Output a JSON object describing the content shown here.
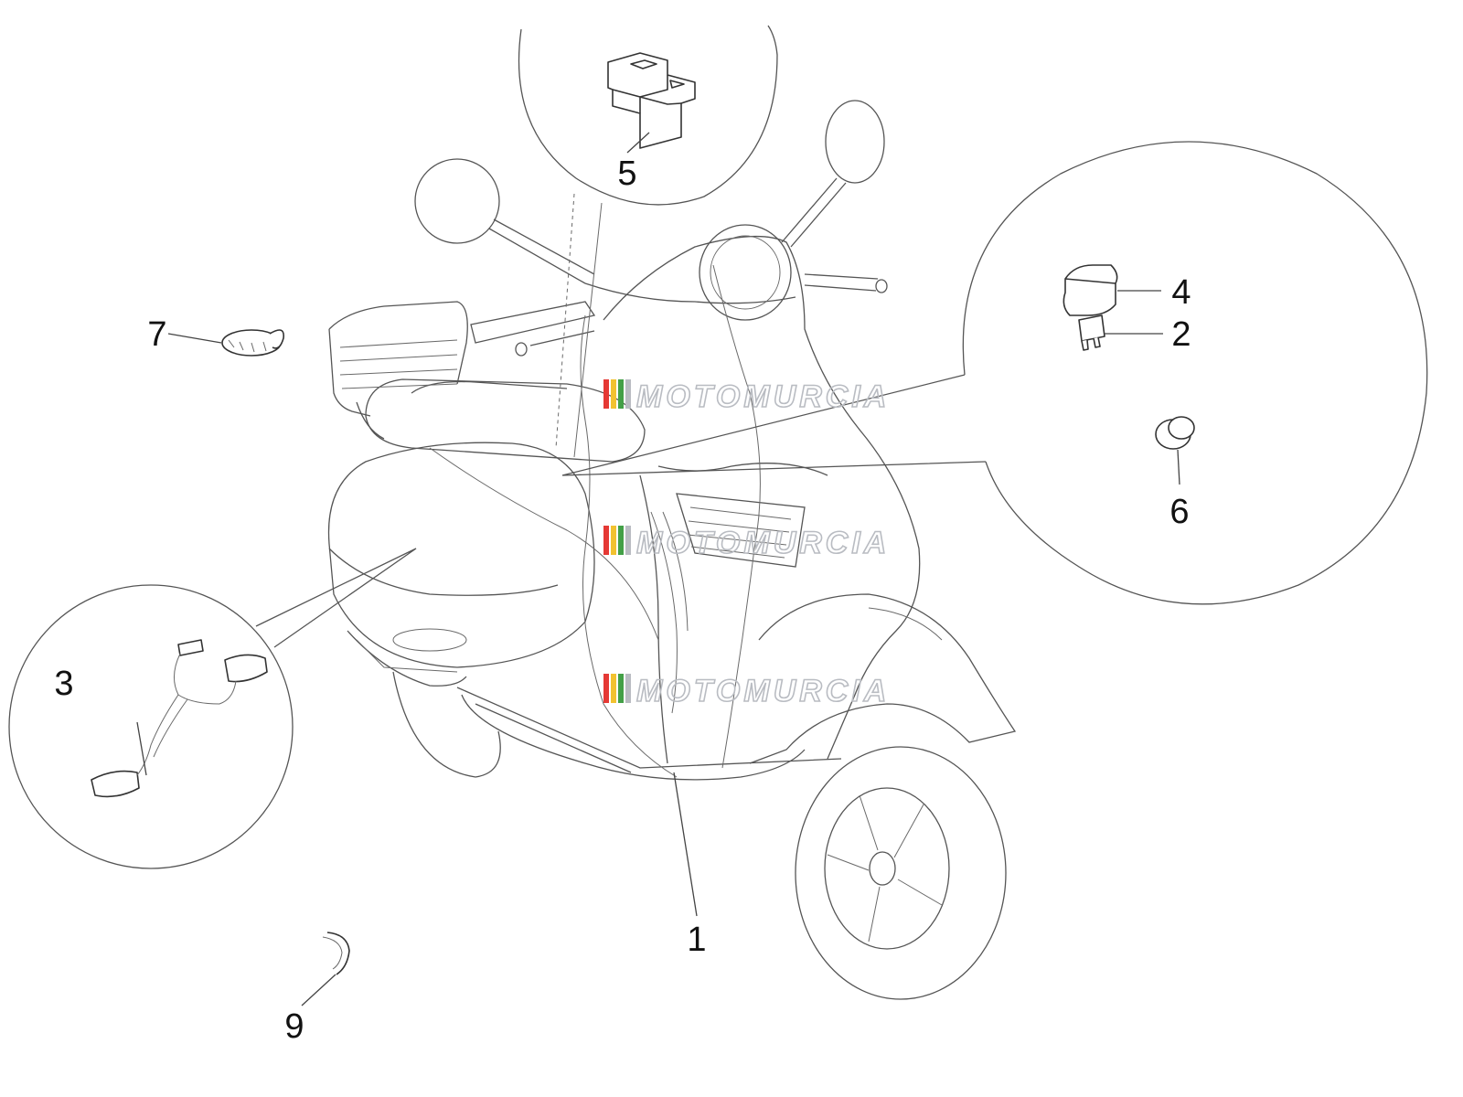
{
  "diagram": {
    "callouts": [
      {
        "id": "1",
        "label": "1"
      },
      {
        "id": "2",
        "label": "2"
      },
      {
        "id": "3",
        "label": "3"
      },
      {
        "id": "4",
        "label": "4"
      },
      {
        "id": "5",
        "label": "5"
      },
      {
        "id": "6",
        "label": "6"
      },
      {
        "id": "7",
        "label": "7"
      },
      {
        "id": "9",
        "label": "9"
      }
    ],
    "watermark": {
      "text": "MOTOMURCIA",
      "stripe_colors": [
        "#e53935",
        "#f2c230",
        "#43a047",
        "#b9bcc2"
      ]
    }
  }
}
